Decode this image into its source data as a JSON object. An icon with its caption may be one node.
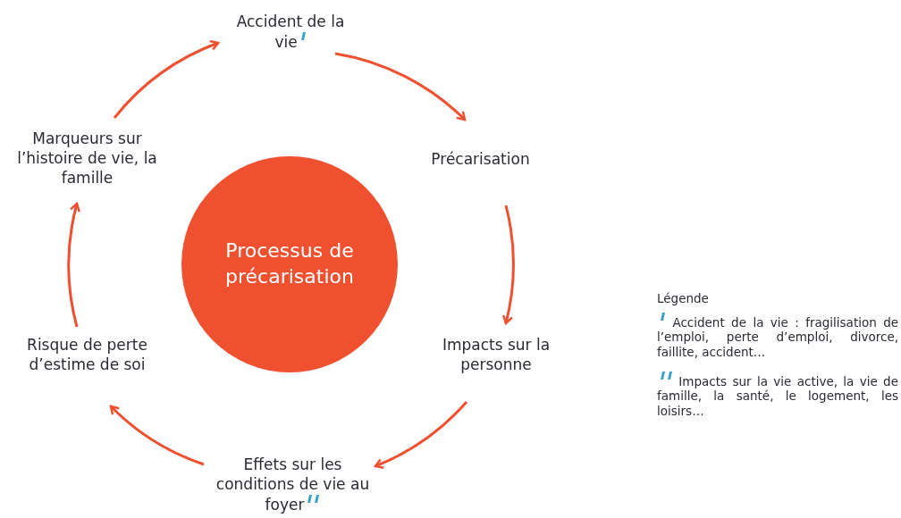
{
  "diagram": {
    "nodes": [
      {
        "text": [
          "Accident de la vie"
        ]
      },
      {
        "text": [
          "Précarisation"
        ]
      },
      {
        "text": [
          "Impacts sur la personne"
        ]
      },
      {
        "text": [
          "Effets sur les conditions de vie au foyer"
        ]
      },
      {
        "text": [
          "Risque de perte d’estime de soi"
        ]
      },
      {
        "text": [
          "Marqueurs sur l’histoire de vie, la famille"
        ]
      },
      {
        "text": [
          "Processus de précarisation"
        ]
      }
    ],
    "edges": [
      {
        "from": 0,
        "to": 1,
        "arrow": "to"
      },
      {
        "from": 1,
        "to": 2,
        "arrow": "to"
      },
      {
        "from": 2,
        "to": 3,
        "arrow": "to"
      },
      {
        "from": 3,
        "to": 4,
        "arrow": "to"
      },
      {
        "from": 4,
        "to": 5,
        "arrow": "to"
      },
      {
        "from": 5,
        "to": 0,
        "arrow": "to"
      }
    ],
    "labels": [
      "Légende"
    ],
    "legend": [
      {
        "text": "Accident de la vie : fragilisation de l’emploi, perte d’emploi, divorce, faillite, accident…"
      },
      {
        "text": "Impacts sur la vie active, la vie de famille, la santé, le logement, les loisirs…"
      }
    ]
  }
}
